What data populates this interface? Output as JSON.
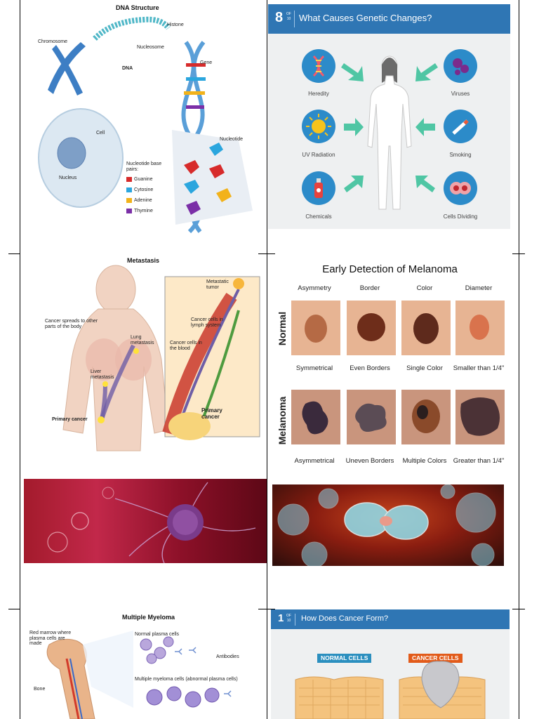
{
  "dna": {
    "title": "DNA Structure",
    "labels": {
      "chromosome": "Chromosome",
      "histone": "Histone",
      "nucleosome": "Nucleosome",
      "dna": "DNA",
      "gene": "Gene",
      "cell": "Cell",
      "nucleus": "Nucleus",
      "nucleotide": "Nucleotide",
      "base_pairs": "Nucleotide base pairs:",
      "guanine": "Guanine",
      "cytosine": "Cytosine",
      "adenine": "Adenine",
      "thymine": "Thymine"
    },
    "colors": {
      "guanine": "#d72b2b",
      "cytosine": "#2ba6de",
      "adenine": "#f2b21a",
      "thymine": "#7b2fa7"
    }
  },
  "causes": {
    "number": "8",
    "of_text": "OF",
    "of_total": "10",
    "title": "What Causes Genetic Changes?",
    "items": [
      {
        "label": "Heredity",
        "icon": "dna-icon"
      },
      {
        "label": "UV Radiation",
        "icon": "sun-icon"
      },
      {
        "label": "Chemicals",
        "icon": "spray-can-icon"
      },
      {
        "label": "Viruses",
        "icon": "virus-icon"
      },
      {
        "label": "Smoking",
        "icon": "cigarette-icon"
      },
      {
        "label": "Cells Dividing",
        "icon": "cell-division-icon"
      }
    ],
    "colors": {
      "header": "#2f76b4",
      "circle": "#2c8bc9",
      "arrow": "#4fc6a4"
    }
  },
  "metastasis": {
    "title": "Metastasis",
    "labels": {
      "spreads": "Cancer spreads to other parts of the body",
      "lung": "Lung metastasis",
      "liver": "Liver metastasis",
      "primary": "Primary cancer",
      "metastatic_tumor": "Metastatic tumor",
      "lymph": "Cancer cells in lymph system",
      "blood": "Cancer cells in the blood",
      "primary_inset": "Primary cancer"
    }
  },
  "melanoma": {
    "title": "Early Detection of Melanoma",
    "columns": [
      "Asymmetry",
      "Border",
      "Color",
      "Diameter"
    ],
    "rows": [
      "Normal",
      "Melanoma"
    ],
    "normal_captions": [
      "Symmetrical",
      "Even Borders",
      "Single Color",
      "Smaller than 1/4\""
    ],
    "melanoma_captions": [
      "Asymmetrical",
      "Uneven Borders",
      "Multiple Colors",
      "Greater than 1/4\""
    ]
  },
  "myeloma": {
    "title": "Multiple Myeloma",
    "labels": {
      "marrow": "Red marrow where plasma cells are made",
      "normal": "Normal plasma cells",
      "antibodies": "Antibodies",
      "myeloma_cells": "Multiple myeloma cells (abnormal plasma cells)",
      "bone": "Bone"
    }
  },
  "form": {
    "number": "1",
    "of_text": "OF",
    "of_total": "10",
    "title": "How Does Cancer Form?",
    "normal_tag": "NORMAL CELLS",
    "cancer_tag": "CANCER CELLS",
    "colors": {
      "normal_tag": "#2b8fbf",
      "cancer_tag": "#e25b1a"
    }
  }
}
